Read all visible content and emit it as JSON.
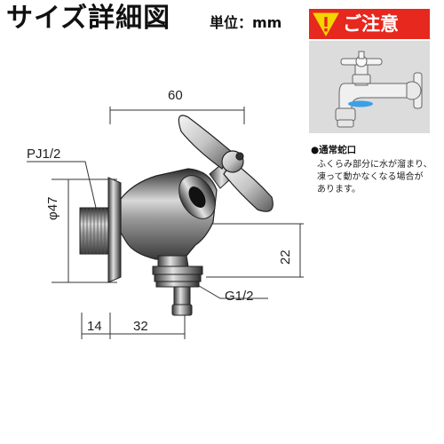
{
  "header": {
    "title": "サイズ詳細図",
    "unit": "単位：mm"
  },
  "caution": {
    "label": "ご注意",
    "note_title": "●通常蛇口",
    "note_lines": [
      "ふくらみ部分に水が溜まり、",
      "凍って動かなくなる場合が",
      "あります。"
    ]
  },
  "dimensions": {
    "width_top": "60",
    "thread_pipe": "PJ1/2",
    "diameter": "φ47",
    "height_right": "22",
    "thread_outlet": "G1/2",
    "depth_flange": "14",
    "depth_body": "32"
  },
  "colors": {
    "caution_red": "#e6281e",
    "caution_yellow": "#f5d400",
    "panel_gray": "#dcdcdc",
    "water_blue": "#3aa0e8"
  }
}
